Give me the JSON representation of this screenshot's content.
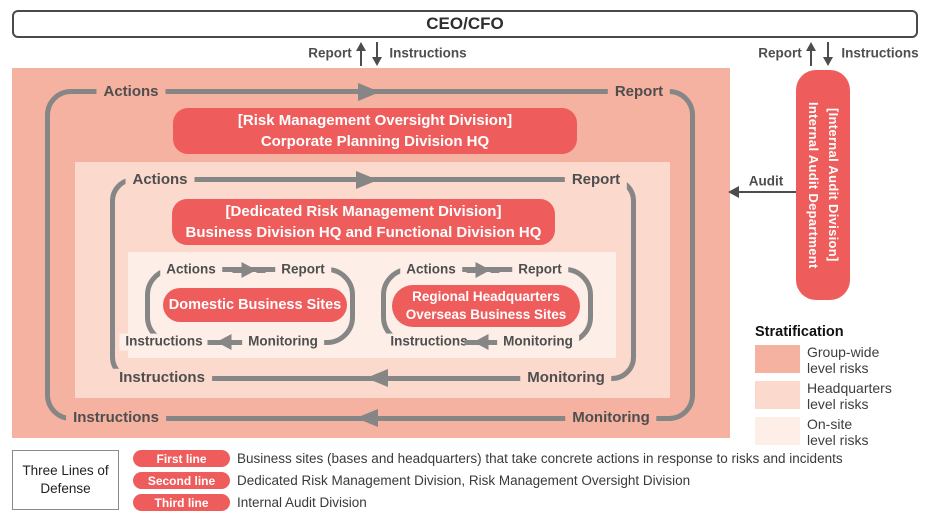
{
  "ceo": {
    "label": "CEO/CFO"
  },
  "connectors": {
    "left": {
      "report": "Report",
      "instructions": "Instructions"
    },
    "right": {
      "report": "Report",
      "instructions": "Instructions"
    },
    "audit_label": "Audit"
  },
  "audit_box": {
    "line1": "[Internal Audit Division]",
    "line2": "Internal Audit Department"
  },
  "group_loop": {
    "actions": "Actions",
    "report": "Report",
    "instructions": "Instructions",
    "monitoring": "Monitoring"
  },
  "hq_loop": {
    "actions": "Actions",
    "report": "Report",
    "instructions": "Instructions",
    "monitoring": "Monitoring"
  },
  "oversight_box": {
    "line1": "[Risk Management Oversight Division]",
    "line2": "Corporate Planning Division HQ"
  },
  "dedicated_box": {
    "line1": "[Dedicated Risk Management Division]",
    "line2": "Business Division HQ and Functional Division HQ"
  },
  "site_loops": [
    {
      "actions": "Actions",
      "report": "Report",
      "instructions": "Instructions",
      "monitoring": "Monitoring",
      "box_line1": "Domestic Business Sites",
      "box_line2": ""
    },
    {
      "actions": "Actions",
      "report": "Report",
      "instructions": "Instructions",
      "monitoring": "Monitoring",
      "box_line1": "Regional Headquarters",
      "box_line2": "Overseas Business Sites"
    }
  ],
  "legend": {
    "title": "Stratification",
    "items": [
      {
        "line1": "Group-wide",
        "line2": "level risks",
        "color": "#f6b2a1"
      },
      {
        "line1": "Headquarters",
        "line2": "level risks",
        "color": "#fbd9cc"
      },
      {
        "line1": "On-site",
        "line2": "level risks",
        "color": "#fdeee8"
      }
    ]
  },
  "three_lines": {
    "box_line1": "Three Lines of",
    "box_line2": "Defense",
    "rows": [
      {
        "badge": "First line",
        "text": "Business sites (bases and headquarters) that take concrete actions in response to risks and incidents"
      },
      {
        "badge": "Second line",
        "text": "Dedicated Risk Management Division, Risk Management Oversight Division"
      },
      {
        "badge": "Third line",
        "text": "Internal Audit Division"
      }
    ]
  },
  "colors": {
    "accent_red": "#ee5c5c",
    "group_level": "#f6b2a1",
    "headquarters_level": "#fbd9cc",
    "onsite_level": "#fdeee8",
    "loop_gray": "#868686"
  }
}
